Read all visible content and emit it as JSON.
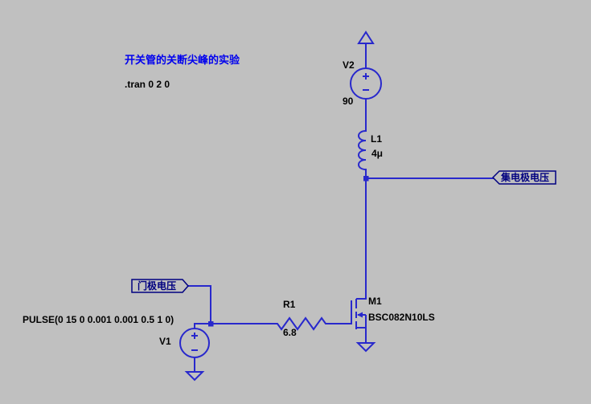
{
  "colors": {
    "bg": "#C0C0C0",
    "wire": "#2828CC",
    "flag": "#000080",
    "label": "#000000",
    "comment": "#0000EE"
  },
  "annotations": {
    "comment": "开关管的关断尖峰的实验",
    "directive": ".tran 0 2 0"
  },
  "components": {
    "v2": {
      "designator": "V2",
      "value": "90"
    },
    "l1": {
      "designator": "L1",
      "value": "4μ"
    },
    "m1": {
      "designator": "M1",
      "value": "BSC082N10LS"
    },
    "r1": {
      "designator": "R1",
      "value": "6.8"
    },
    "v1": {
      "designator": "V1",
      "value": "PULSE(0 15 0 0.001 0.001 0.5 1 0)"
    }
  },
  "net_labels": {
    "collector": "集电极电压",
    "gate": "门极电压"
  }
}
